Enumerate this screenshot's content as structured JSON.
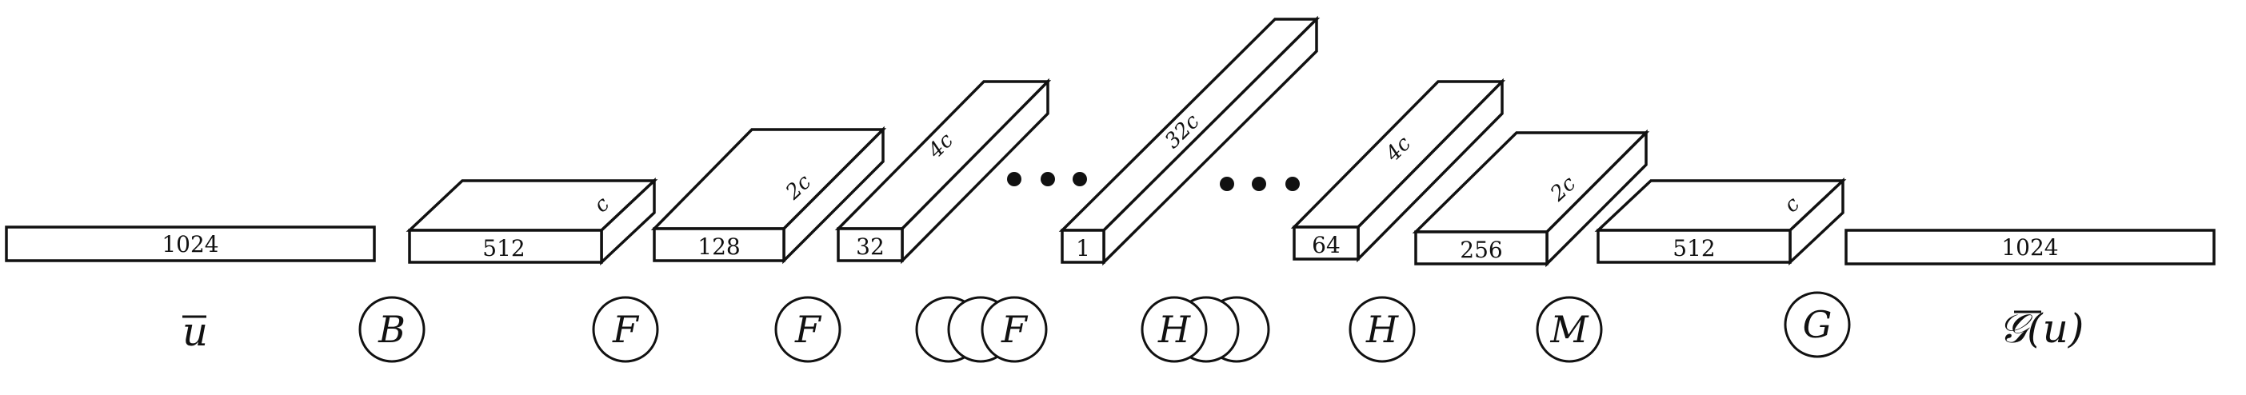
{
  "boxes": [
    {
      "id": "input-vector",
      "label": "1024",
      "depth_label": ""
    },
    {
      "id": "block-512-c",
      "label": "512",
      "depth_label": "c"
    },
    {
      "id": "block-128-2c",
      "label": "128",
      "depth_label": "2c"
    },
    {
      "id": "block-32-4c",
      "label": "32",
      "depth_label": "4c"
    },
    {
      "id": "block-1-32c",
      "label": "1",
      "depth_label": "32c"
    },
    {
      "id": "block-64-4c",
      "label": "64",
      "depth_label": "4c"
    },
    {
      "id": "block-256-2c",
      "label": "256",
      "depth_label": "2c"
    },
    {
      "id": "block-512-c-out",
      "label": "512",
      "depth_label": "c"
    },
    {
      "id": "output-vector",
      "label": "1024",
      "depth_label": ""
    }
  ],
  "operations": [
    {
      "id": "op-B",
      "letter": "B",
      "stack": 1
    },
    {
      "id": "op-F1",
      "letter": "F",
      "stack": 1
    },
    {
      "id": "op-F2",
      "letter": "F",
      "stack": 1
    },
    {
      "id": "op-F3",
      "letter": "F",
      "stack": 3
    },
    {
      "id": "op-H1",
      "letter": "H",
      "stack": 3
    },
    {
      "id": "op-H2",
      "letter": "H",
      "stack": 1
    },
    {
      "id": "op-M",
      "letter": "M",
      "stack": 1
    },
    {
      "id": "op-G",
      "letter": "G",
      "stack": 1
    }
  ],
  "labels": {
    "input": "u",
    "output": "𝒢(u)"
  }
}
